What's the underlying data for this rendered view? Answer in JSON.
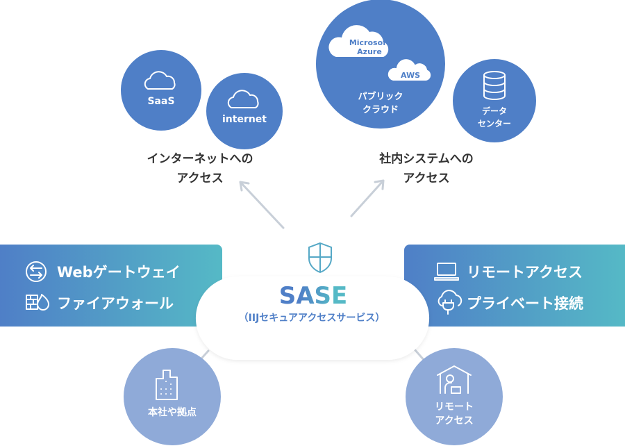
{
  "colors": {
    "primary": "#4f7fc7",
    "teal": "#55b9c6",
    "light_circle": "#8faad8",
    "arrow": "#c8cfd8",
    "label": "#333333"
  },
  "top": {
    "saas": {
      "label": "SaaS",
      "icon": "cloud-icon"
    },
    "internet": {
      "label": "internet",
      "icon": "cloud-icon"
    },
    "public_cloud": {
      "azure": "Microsoft Azure",
      "azure_line1": "Microsoft",
      "azure_line2": "Azure",
      "aws": "AWS",
      "line1": "パブリック",
      "line2": "クラウド"
    },
    "datacenter": {
      "line1": "データ",
      "line2": "センター",
      "icon": "database-icon"
    },
    "internet_access": {
      "line1": "インターネットへの",
      "line2": "アクセス"
    },
    "internal_access": {
      "line1": "社内システムへの",
      "line2": "アクセス"
    }
  },
  "left_box": {
    "items": [
      {
        "label": "Webゲートウェイ",
        "icon": "web-gateway-icon"
      },
      {
        "label": "ファイアウォール",
        "icon": "firewall-icon"
      }
    ]
  },
  "right_box": {
    "items": [
      {
        "label": "リモートアクセス",
        "icon": "laptop-icon"
      },
      {
        "label": "プライベート接続",
        "icon": "cloud-plug-icon"
      }
    ]
  },
  "center": {
    "title": "SASE",
    "subtitle": "（IIJセキュアアクセスサービス）",
    "icon": "shield-icon"
  },
  "bottom": {
    "office": {
      "label": "本社や拠点",
      "icon": "building-icon"
    },
    "remote": {
      "line1": "リモート",
      "line2": "アクセス",
      "icon": "home-worker-icon"
    }
  }
}
